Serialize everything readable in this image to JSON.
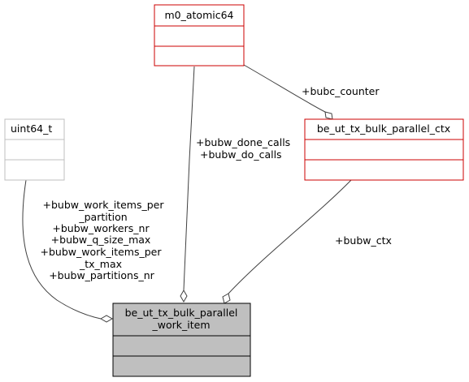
{
  "classes": {
    "atomic": {
      "name": "m0_atomic64",
      "border": "#cc0000",
      "fill": "#ffffff"
    },
    "uint": {
      "name": "uint64_t",
      "border": "#bfbfbf",
      "fill": "#ffffff"
    },
    "ctx": {
      "name": "be_ut_tx_bulk_parallel_ctx",
      "border": "#cc0000",
      "fill": "#ffffff"
    },
    "item": {
      "name_lines": [
        "be_ut_tx_bulk_parallel",
        "_work_item"
      ],
      "border": "#000000",
      "fill": "#bfbfbf"
    }
  },
  "edges": {
    "counter": "+bubc_counter",
    "done_calls": "+bubw_done_calls",
    "do_calls": "+bubw_do_calls",
    "ctx_label": "+bubw_ctx",
    "uint_labels": [
      "+bubw_work_items_per",
      "_partition",
      "+bubw_workers_nr",
      "+bubw_q_size_max",
      "+bubw_work_items_per",
      "_tx_max",
      "+bubw_partitions_nr"
    ]
  },
  "colors": {
    "edge": "#404040",
    "diamond_fill": "#ffffff"
  }
}
